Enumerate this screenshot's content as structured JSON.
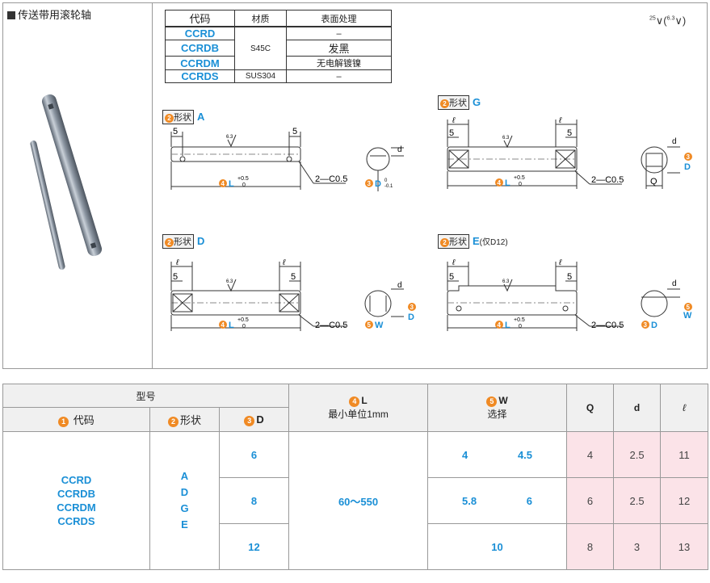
{
  "panel": {
    "title": "传送带用滚轮轴"
  },
  "material_table": {
    "headers": [
      "代码",
      "材质",
      "表面处理"
    ],
    "rows": [
      {
        "code": "CCRD",
        "material": "S45C",
        "treatment": "–"
      },
      {
        "code": "CCRDB",
        "material": "",
        "treatment": "发黑"
      },
      {
        "code": "CCRDM",
        "material": "",
        "treatment": "无电解镀镍"
      },
      {
        "code": "CCRDS",
        "material": "SUS304",
        "treatment": "–"
      }
    ]
  },
  "roughness": {
    "main": "25",
    "paren": "6.3"
  },
  "shapes": {
    "tag_num": "2",
    "tag_text": "形状",
    "A": {
      "letter": "A"
    },
    "G": {
      "letter": "G"
    },
    "D": {
      "letter": "D"
    },
    "E": {
      "letter": "E",
      "note": "(仅D12)"
    }
  },
  "dims": {
    "five": "5",
    "ell": "ℓ",
    "rough_small": "6.3",
    "L_num": "4",
    "L": "L",
    "L_tol_up": "+0.5",
    "L_tol_low": "0",
    "chamfer": "2—C0.5",
    "D_num": "3",
    "D": "D",
    "D_tol_up": "0",
    "D_tol_low": "-0.1",
    "d": "d",
    "Q": "Q",
    "W_num": "5",
    "W": "W"
  },
  "colors": {
    "accent": "#1a8fd6",
    "orange": "#f08a24",
    "pink": "#fbe3e8"
  },
  "spec": {
    "model_header": "型号",
    "code_num": "1",
    "code_label": "代码",
    "shape_num": "2",
    "shape_label": "形状",
    "d_num": "3",
    "d_label": "D",
    "l_num": "4",
    "l_label": "L",
    "l_sub": "最小单位1mm",
    "w_num": "5",
    "w_label": "W",
    "w_sub": "选择",
    "q_label": "Q",
    "dd_label": "d",
    "ell_label": "ℓ",
    "codes": [
      "CCRD",
      "CCRDB",
      "CCRDM",
      "CCRDS"
    ],
    "shapes": [
      "A",
      "D",
      "G",
      "E"
    ],
    "l_range": "60～550",
    "rows": [
      {
        "D": "6",
        "W1": "4",
        "W2": "4.5",
        "Q": "4",
        "d": "2.5",
        "ell": "11"
      },
      {
        "D": "8",
        "W1": "5.8",
        "W2": "6",
        "Q": "6",
        "d": "2.5",
        "ell": "12"
      },
      {
        "D": "12",
        "W": "10",
        "Q": "8",
        "d": "3",
        "ell": "13"
      }
    ]
  }
}
